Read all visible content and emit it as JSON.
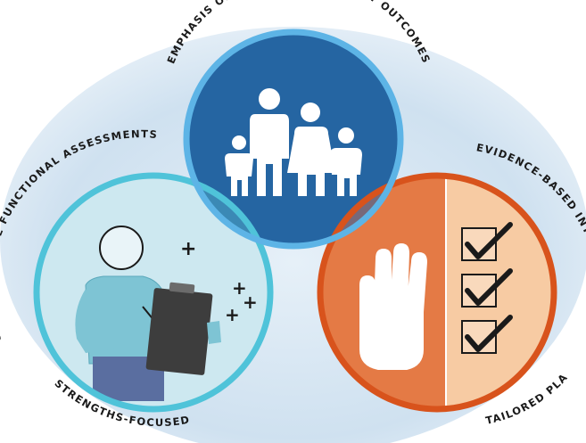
{
  "diagram": {
    "top_label": "EMPHASIS ON CHILD DEVELOPMENT OUTCOMES",
    "left_label_upper": "COMPREHENSIVE FUNCTIONAL ASSESSMENTS",
    "left_label_lower": "STRENGTHS-FOCUSED",
    "right_label_upper": "EVIDENCE-BASED INTERVENTIONS",
    "right_label_lower": "& TAILORED PLANS",
    "plus_sign": "+",
    "colors": {
      "background_blue": "#cfe3f2",
      "center_fill": "#2563a0",
      "center_ring": "#5cb3e4",
      "left_fill": "#c9e6ef",
      "left_ring": "#4fc0d6",
      "right_fill_dark": "#e37840",
      "right_fill_light": "#f6c89f",
      "right_ring": "#d9541d",
      "overlap_center_left": "#3a8fb8",
      "overlap_center_right": "#8a6a6f",
      "figure_white": "#ffffff",
      "checkmark": "#1a1a1a"
    },
    "icons": {
      "center": "family-icon",
      "left": "person-with-clipboard-icon",
      "right": "raised-hand-icon",
      "checklist": "checkbox-checked-icon"
    }
  }
}
